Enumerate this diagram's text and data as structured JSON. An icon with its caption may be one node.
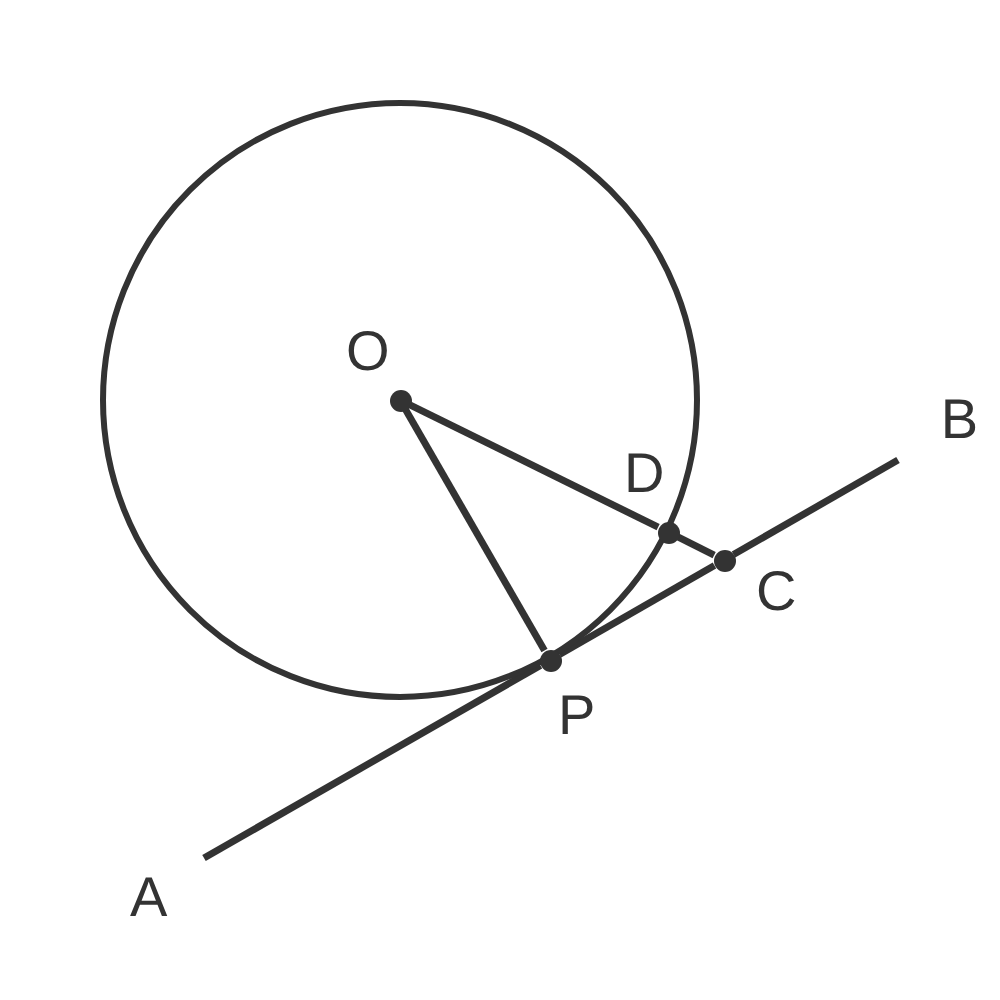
{
  "diagram": {
    "nodes": [
      {
        "text": [],
        "shape": "circle"
      },
      {
        "text": [],
        "shape": "circle",
        "beside": [
          "O"
        ],
        "in": 0
      },
      {
        "text": [],
        "shape": "circle",
        "beside": [
          "D"
        ],
        "in": 0
      },
      {
        "text": [],
        "shape": "circle",
        "beside": [
          "C"
        ]
      },
      {
        "text": [],
        "shape": "circle",
        "beside": [
          "P"
        ],
        "in": 0
      },
      {
        "text": [
          "A"
        ]
      },
      {
        "text": [
          "B"
        ]
      }
    ],
    "edges": [
      {
        "from": 1,
        "to": 4,
        "arrow": "none"
      },
      {
        "from": 1,
        "to": 2,
        "arrow": "none"
      },
      {
        "from": 2,
        "to": 3,
        "arrow": "none"
      },
      {
        "from": 5,
        "to": 4,
        "arrow": "none"
      },
      {
        "from": 4,
        "to": 3,
        "arrow": "none"
      },
      {
        "from": 3,
        "to": 6,
        "arrow": "none"
      }
    ]
  }
}
